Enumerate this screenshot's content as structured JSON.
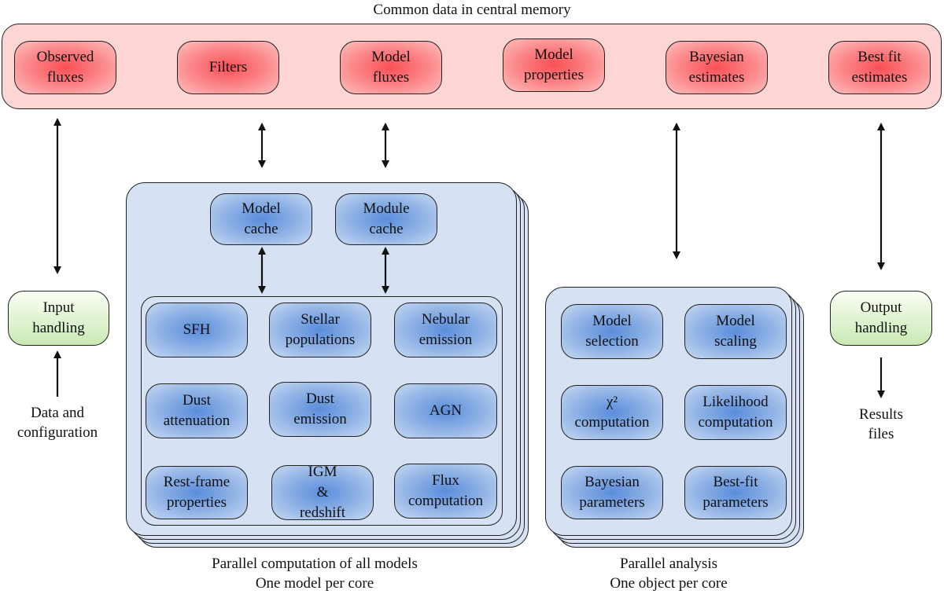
{
  "memory": {
    "title": "Common data in central memory",
    "items": [
      "Observed\nfluxes",
      "Filters",
      "Model\nfluxes",
      "Model\nproperties",
      "Bayesian\nestimates",
      "Best fit\nestimates"
    ]
  },
  "input": {
    "box": "Input\nhandling",
    "label": "Data and\nconfiguration"
  },
  "output": {
    "box": "Output\nhandling",
    "label": "Results\nfiles"
  },
  "models": {
    "caches": [
      "Model\ncache",
      "Module\ncache"
    ],
    "modules": [
      "SFH",
      "Stellar\npopulations",
      "Nebular\nemission",
      "Dust\nattenuation",
      "Dust\nemission",
      "AGN",
      "Rest-frame\nproperties",
      "IGM\n&\nredshift",
      "Flux\ncomputation"
    ],
    "caption": "Parallel computation of all models\nOne model per core"
  },
  "analysis": {
    "items": [
      "Model\nselection",
      "Model\nscaling",
      "χ²\ncomputation",
      "Likelihood\ncomputation",
      "Bayesian\nparameters",
      "Best-fit\nparameters"
    ],
    "caption": "Parallel analysis\nOne object per core"
  },
  "colors": {
    "memory_bg": "#fdd5d5",
    "panel_bg": "#d6e1f3"
  }
}
